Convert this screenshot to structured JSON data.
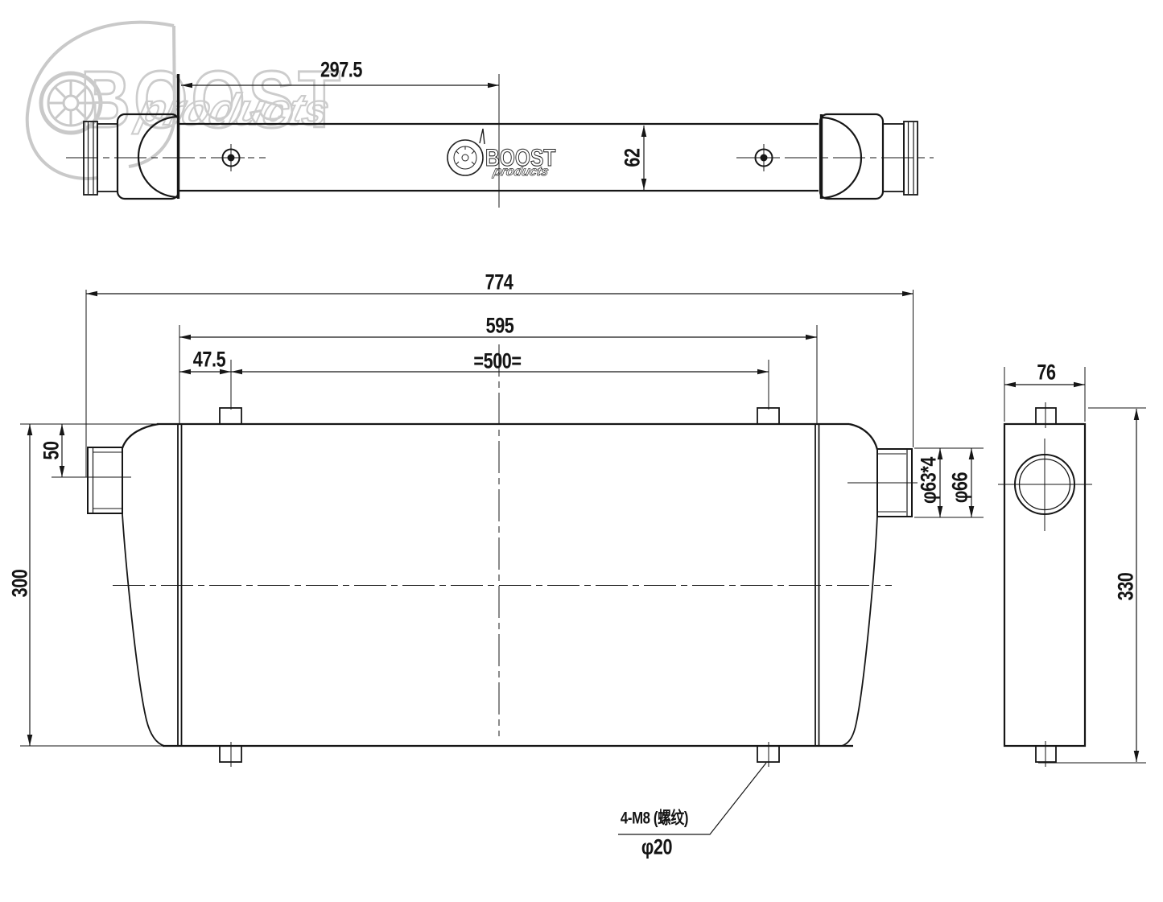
{
  "drawing": {
    "brand": {
      "name": "BOOST",
      "sub": "products"
    },
    "dimensions": {
      "half_core_width": "297.5",
      "tank_depth": "62",
      "overall_length": "774",
      "core_length": "595",
      "mount_spacing": "=500=",
      "mount_offset": "47.5",
      "inlet_offset": "50",
      "core_height": "300",
      "pipe_od": "φ63*4",
      "pipe_bead_od": "φ66",
      "side_width": "76",
      "mount_span": "330"
    },
    "annotations": {
      "thread_note": "4-M8 (螺纹)",
      "hole_note": "φ20"
    }
  }
}
